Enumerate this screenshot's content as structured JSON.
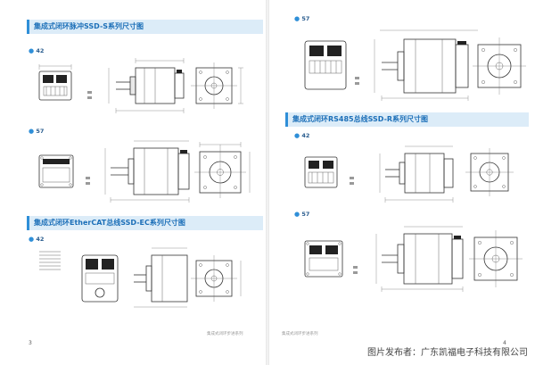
{
  "left_page": {
    "sections": [
      {
        "title": "集成式闭环脉冲SSD-S系列尺寸图"
      },
      {
        "title": "集成式闭环EtherCAT总线SSD-EC系列尺寸图"
      }
    ],
    "sizes": [
      "42",
      "57",
      "42"
    ],
    "page_number": "3",
    "footer": "集成式闭环步进系列"
  },
  "right_page": {
    "sections": [
      {
        "title": "集成式闭环RS485总线SSD-R系列尺寸图"
      }
    ],
    "sizes": [
      "57",
      "42",
      "57"
    ],
    "page_number": "4",
    "footer": "集成式闭环步进系列"
  },
  "watermark": "图片发布者：广东凯福电子科技有限公司"
}
